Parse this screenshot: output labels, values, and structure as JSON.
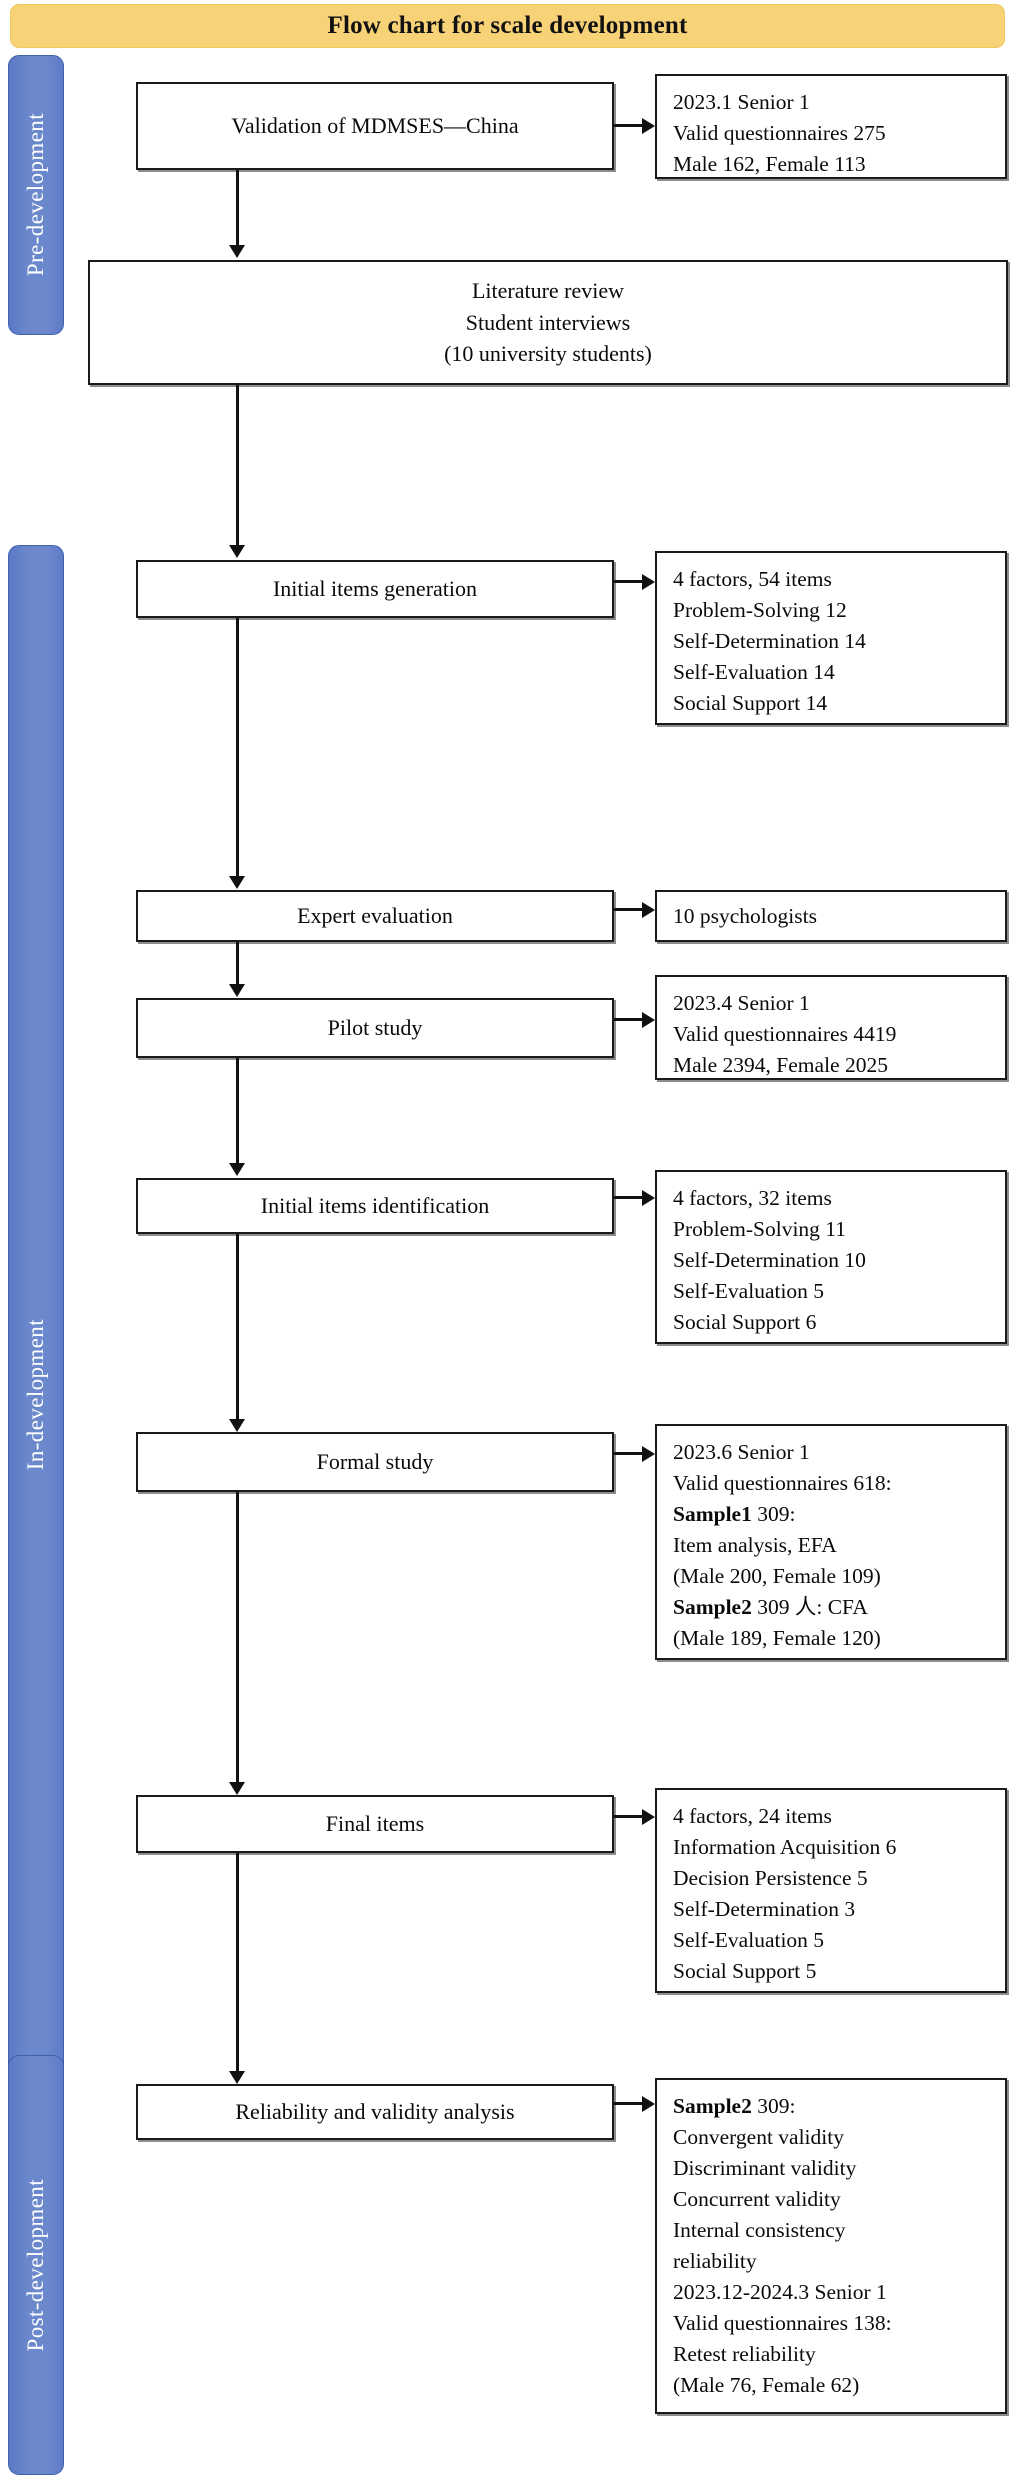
{
  "title": {
    "text": "Flow chart for scale development",
    "background_color": "#F7D277"
  },
  "phases": [
    {
      "label": "Pre-development",
      "color": "#6B88CD"
    },
    {
      "label": "In-development",
      "color": "#6B88CD"
    },
    {
      "label": "Post-development",
      "color": "#6B88CD"
    }
  ],
  "steps": [
    {
      "name": "validation",
      "label": "Validation of MDMSES—China"
    },
    {
      "name": "literature-review",
      "label": "Literature review\nStudent interviews\n(10 university students)"
    },
    {
      "name": "initial-items-generation",
      "label": "Initial items generation"
    },
    {
      "name": "expert-evaluation",
      "label": "Expert evaluation"
    },
    {
      "name": "pilot-study",
      "label": "Pilot study"
    },
    {
      "name": "initial-items-identification",
      "label": "Initial items identification"
    },
    {
      "name": "formal-study",
      "label": "Formal study"
    },
    {
      "name": "final-items",
      "label": "Final items"
    },
    {
      "name": "reliability-validity",
      "label": "Reliability and validity analysis"
    }
  ],
  "details": {
    "validation": [
      {
        "text": "2023.1 Senior 1"
      },
      {
        "text": "Valid questionnaires 275"
      },
      {
        "text": "Male 162, Female 113"
      }
    ],
    "initial_items_generation": [
      {
        "text": "4 factors, 54 items"
      },
      {
        "text": "Problem-Solving 12"
      },
      {
        "text": "Self-Determination 14"
      },
      {
        "text": "Self-Evaluation 14"
      },
      {
        "text": "Social Support 14"
      }
    ],
    "expert_evaluation": [
      {
        "text": "10 psychologists"
      }
    ],
    "pilot_study": [
      {
        "text": "2023.4 Senior 1"
      },
      {
        "text": "Valid questionnaires 4419"
      },
      {
        "text": "Male 2394, Female 2025"
      }
    ],
    "initial_items_identification": [
      {
        "text": "4 factors, 32 items"
      },
      {
        "text": "Problem-Solving 11"
      },
      {
        "text": "Self-Determination 10"
      },
      {
        "text": "Self-Evaluation 5"
      },
      {
        "text": "Social Support 6"
      }
    ],
    "formal_study": [
      {
        "text": "2023.6 Senior 1"
      },
      {
        "text": "Valid questionnaires 618:"
      },
      {
        "bold": "Sample1",
        "text": " 309:"
      },
      {
        "text": "Item analysis, EFA"
      },
      {
        "text": "(Male 200, Female 109)"
      },
      {
        "bold": "Sample2",
        "text": " 309 人: CFA"
      },
      {
        "text": "(Male 189, Female 120)"
      }
    ],
    "final_items": [
      {
        "text": "4 factors, 24 items"
      },
      {
        "text": "Information Acquisition 6"
      },
      {
        "text": "Decision Persistence 5"
      },
      {
        "text": "Self-Determination 3"
      },
      {
        "text": "Self-Evaluation 5"
      },
      {
        "text": "Social Support 5"
      }
    ],
    "reliability_validity": [
      {
        "bold": "Sample2",
        "text": " 309:"
      },
      {
        "text": "Convergent validity"
      },
      {
        "text": "Discriminant validity"
      },
      {
        "text": "Concurrent validity"
      },
      {
        "text": "Internal consistency"
      },
      {
        "text": "reliability"
      },
      {
        "text": "2023.12-2024.3 Senior 1"
      },
      {
        "text": "Valid questionnaires 138:"
      },
      {
        "text": "Retest reliability"
      },
      {
        "text": "(Male 76, Female 62)"
      }
    ]
  }
}
